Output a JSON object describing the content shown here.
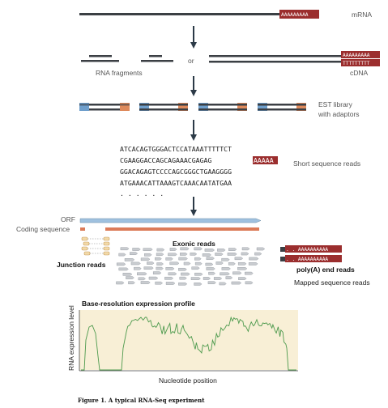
{
  "labels": {
    "mrna": "mRNA",
    "or": "or",
    "rna_fragments": "RNA fragments",
    "cdna": "cDNA",
    "est_line1": "EST library",
    "est_line2": "with adaptors",
    "short_reads": "Short sequence reads",
    "orf": "ORF",
    "coding_sequence": "Coding sequence",
    "exonic_reads": "Exonic reads",
    "junction_reads": "Junction reads",
    "polya_end_reads": "poly(A) end reads",
    "mapped_reads": "Mapped sequence reads",
    "profile_title": "Base-resolution expression profile",
    "profile_ylabel": "RNA expression level",
    "profile_xlabel": "Nucleotide position",
    "caption": "Figure 1. A typical RNA-Seq experiment"
  },
  "polya": {
    "a_tail": "AAAAAAAAA",
    "t_tail": "TTTTTTTTT",
    "read_tail": ". . AAAAAAAAAA"
  },
  "sequences": {
    "line1": "ATCACAGTGGGACTCCATAAATTTTTCT",
    "line2_prefix": "CGAAGGACCAGCAGAAACGAGAG",
    "line2_tail": "AAAAA",
    "line3": "GGACAGAGTCCCCAGCGGGCTGAAGGGG",
    "line4": "ATGAAACATTAAAGTCAAACAATATGAA",
    "ellipsis": ". . . . . ."
  },
  "colors": {
    "strand": "#3b3f44",
    "polya_fill": "#9b2e2e",
    "adaptor_blue": "#6f9fcc",
    "adaptor_orange": "#de8a5c",
    "orf_blue": "#9fc1df",
    "coding_orange": "#dc7b58",
    "read_gray": "#c9ccd0",
    "profile_bg": "#f8efd6",
    "profile_line": "#4d9a4d",
    "arrow": "#2c3a47"
  }
}
